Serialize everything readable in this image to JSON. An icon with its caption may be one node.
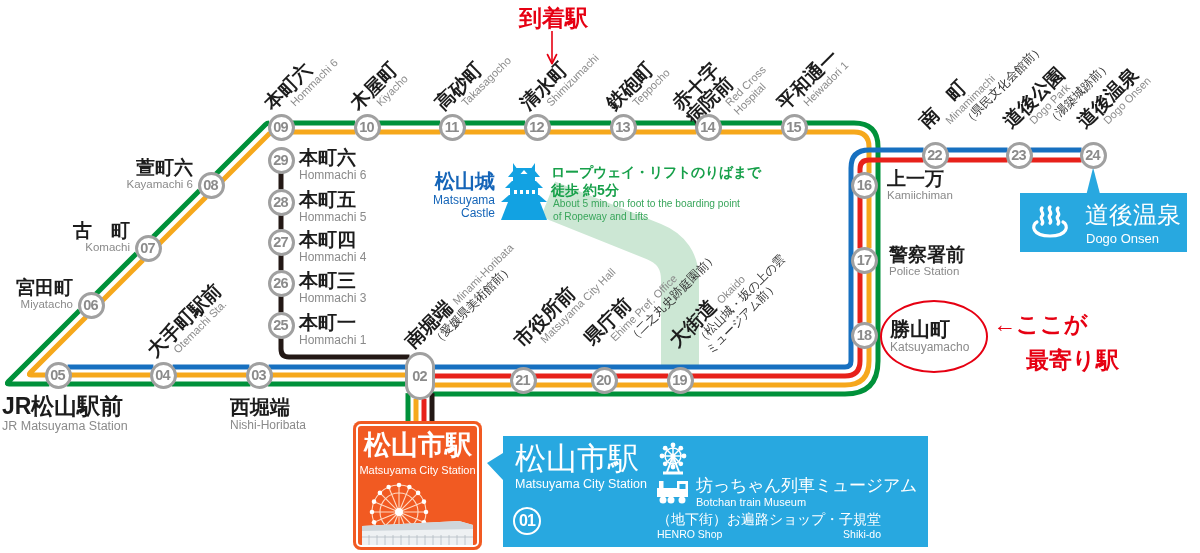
{
  "diagram": {
    "nodes": [
      {
        "text": [
          "到着駅"
        ]
      },
      {
        "text": [
          "09"
        ],
        "beside": [
          "本町六",
          "Hommachi 6"
        ]
      },
      {
        "text": [
          "10"
        ],
        "beside": [
          "木屋町",
          "Kiyacho"
        ]
      },
      {
        "text": [
          "11"
        ],
        "beside": [
          "高砂町",
          "Takasagocho"
        ]
      },
      {
        "text": [
          "12"
        ],
        "beside": [
          "清水町",
          "Shimizumachi"
        ]
      },
      {
        "text": [
          "13"
        ],
        "beside": [
          "鉄砲町",
          "Teppocho"
        ]
      },
      {
        "text": [
          "14"
        ],
        "beside": [
          "赤十字病院前",
          "Red Cross Hospital"
        ]
      },
      {
        "text": [
          "15"
        ],
        "beside": [
          "平和通一",
          "Heiwadori 1"
        ]
      },
      {
        "text": [
          "22"
        ],
        "beside": [
          "南　町",
          "Minamimachi",
          "（県民文化会館前）"
        ]
      },
      {
        "text": [
          "23"
        ],
        "beside": [
          "道後公園",
          "Dogo Park",
          "（湯築城跡前）"
        ]
      },
      {
        "text": [
          "24"
        ],
        "beside": [
          "道後温泉",
          "Dogo Onsen"
        ]
      },
      {
        "text": [
          "08"
        ],
        "beside": [
          "萱町六",
          "Kayamachi 6"
        ]
      },
      {
        "text": [
          "29"
        ],
        "beside": [
          "本町六",
          "Hommachi 6"
        ]
      },
      {
        "text": [
          "松山城",
          "Matsuyama Castle"
        ]
      },
      {
        "text": [
          "16"
        ],
        "beside": [
          "上一万",
          "Kamiichiman"
        ]
      },
      {
        "text": [
          "道後温泉",
          "Dogo Onsen"
        ]
      },
      {
        "text": [
          "07"
        ],
        "beside": [
          "古　町",
          "Komachi"
        ]
      },
      {
        "text": [
          "28"
        ],
        "beside": [
          "本町五",
          "Hommachi 5"
        ]
      },
      {
        "text": [
          "27"
        ],
        "beside": [
          "本町四",
          "Hommachi 4"
        ]
      },
      {
        "text": [
          "17"
        ],
        "beside": [
          "警察署前",
          "Police Station"
        ]
      },
      {
        "text": [
          "06"
        ],
        "beside": [
          "宮田町",
          "Miyatacho"
        ]
      },
      {
        "text": [
          "26"
        ],
        "beside": [
          "本町三",
          "Hommachi 3"
        ]
      },
      {
        "text": [
          "25"
        ],
        "beside": [
          "本町一",
          "Hommachi 1"
        ]
      },
      {
        "text": [
          "18"
        ]
      },
      {
        "text": [
          "勝山町",
          "Katsuyamacho"
        ]
      },
      {
        "text": [
          "04"
        ],
        "beside": [
          "大手町駅前",
          "Otemachi Sta."
        ]
      },
      {
        "text": [
          "02"
        ],
        "beside": [
          "南堀端",
          "Minami-Horibata",
          "（愛媛県美術館前）"
        ]
      },
      {
        "text": [
          "21"
        ],
        "beside": [
          "市役所前",
          "Matsuyama City Hall"
        ]
      },
      {
        "text": [
          "20"
        ],
        "beside": [
          "県庁前",
          "Ehime Pref. Office",
          "（二之丸史跡庭園前）"
        ]
      },
      {
        "text": [
          "19"
        ],
        "beside": [
          "大街道",
          "Okaido",
          "（松山城・坂の上の雲ミュージアム前）"
        ]
      },
      {
        "text": [
          "05"
        ],
        "beside": [
          "JR松山駅前",
          "JR Matsuyama Station"
        ]
      },
      {
        "text": [
          "03"
        ],
        "beside": [
          "西堀端",
          "Nishi-Horibata"
        ]
      },
      {
        "text": [
          "松山市駅",
          "Matsuyama City Station"
        ]
      },
      {
        "text": [
          "松山市駅",
          "Matsuyama City Station",
          "坊っちゃん列車ミュージアム",
          "Botchan train Museum",
          "（地下街）お遍路ショップ・子規堂",
          "HENRO Shop",
          "Shiki-do"
        ]
      },
      {
        "text": [
          "01"
        ],
        "in": 33
      }
    ],
    "edges": [
      {
        "from": 13,
        "to": 29,
        "arrow": "none",
        "style": "thick",
        "color": "#cce7d4"
      },
      {
        "from": 0,
        "to": 4,
        "arrow": "to",
        "color": "#e60012"
      },
      {
        "from": 15,
        "to": 10,
        "arrow": "none",
        "color": "#28a8e0"
      },
      {
        "from": 32,
        "to": 26,
        "arrow": "none",
        "color": "#00913a"
      },
      {
        "from": 26,
        "to": 31,
        "arrow": "none",
        "color": "#00913a"
      },
      {
        "from": 31,
        "to": 25,
        "arrow": "none",
        "color": "#00913a"
      },
      {
        "from": 25,
        "to": 30,
        "arrow": "none",
        "color": "#00913a"
      },
      {
        "from": 30,
        "to": 20,
        "arrow": "none",
        "color": "#00913a"
      },
      {
        "from": 20,
        "to": 16,
        "arrow": "none",
        "color": "#00913a"
      },
      {
        "from": 16,
        "to": 11,
        "arrow": "none",
        "color": "#00913a"
      },
      {
        "from": 11,
        "to": 1,
        "arrow": "none",
        "color": "#00913a"
      },
      {
        "from": 1,
        "to": 2,
        "arrow": "none",
        "color": "#00913a"
      },
      {
        "from": 2,
        "to": 3,
        "arrow": "none",
        "color": "#00913a"
      },
      {
        "from": 3,
        "to": 4,
        "arrow": "none",
        "color": "#00913a"
      },
      {
        "from": 4,
        "to": 5,
        "arrow": "none",
        "color": "#00913a"
      },
      {
        "from": 5,
        "to": 6,
        "arrow": "none",
        "color": "#00913a"
      },
      {
        "from": 6,
        "to": 7,
        "arrow": "none",
        "color": "#00913a"
      },
      {
        "from": 7,
        "to": 14,
        "arrow": "none",
        "color": "#00913a"
      },
      {
        "from": 14,
        "to": 19,
        "arrow": "none",
        "color": "#00913a"
      },
      {
        "from": 19,
        "to": 23,
        "arrow": "none",
        "color": "#00913a"
      },
      {
        "from": 23,
        "to": 29,
        "arrow": "none",
        "color": "#00913a"
      },
      {
        "from": 29,
        "to": 28,
        "arrow": "none",
        "color": "#00913a"
      },
      {
        "from": 28,
        "to": 27,
        "arrow": "none",
        "color": "#00913a"
      },
      {
        "from": 27,
        "to": 26,
        "arrow": "none",
        "color": "#00913a"
      },
      {
        "from": 32,
        "to": 26,
        "arrow": "none",
        "color": "#f6a81c"
      },
      {
        "from": 26,
        "to": 31,
        "arrow": "none",
        "color": "#f6a81c"
      },
      {
        "from": 31,
        "to": 25,
        "arrow": "none",
        "color": "#f6a81c"
      },
      {
        "from": 25,
        "to": 30,
        "arrow": "none",
        "color": "#f6a81c"
      },
      {
        "from": 30,
        "to": 20,
        "arrow": "none",
        "color": "#f6a81c"
      },
      {
        "from": 20,
        "to": 16,
        "arrow": "none",
        "color": "#f6a81c"
      },
      {
        "from": 16,
        "to": 11,
        "arrow": "none",
        "color": "#f6a81c"
      },
      {
        "from": 11,
        "to": 1,
        "arrow": "none",
        "color": "#f6a81c"
      },
      {
        "from": 1,
        "to": 2,
        "arrow": "none",
        "color": "#f6a81c"
      },
      {
        "from": 2,
        "to": 3,
        "arrow": "none",
        "color": "#f6a81c"
      },
      {
        "from": 3,
        "to": 4,
        "arrow": "none",
        "color": "#f6a81c"
      },
      {
        "from": 4,
        "to": 5,
        "arrow": "none",
        "color": "#f6a81c"
      },
      {
        "from": 5,
        "to": 6,
        "arrow": "none",
        "color": "#f6a81c"
      },
      {
        "from": 6,
        "to": 7,
        "arrow": "none",
        "color": "#f6a81c"
      },
      {
        "from": 7,
        "to": 14,
        "arrow": "none",
        "color": "#f6a81c"
      },
      {
        "from": 14,
        "to": 19,
        "arrow": "none",
        "color": "#f6a81c"
      },
      {
        "from": 19,
        "to": 23,
        "arrow": "none",
        "color": "#f6a81c"
      },
      {
        "from": 23,
        "to": 29,
        "arrow": "none",
        "color": "#f6a81c"
      },
      {
        "from": 29,
        "to": 28,
        "arrow": "none",
        "color": "#f6a81c"
      },
      {
        "from": 28,
        "to": 27,
        "arrow": "none",
        "color": "#f6a81c"
      },
      {
        "from": 27,
        "to": 26,
        "arrow": "none",
        "color": "#f6a81c"
      },
      {
        "from": 30,
        "to": 25,
        "arrow": "none",
        "color": "#1770c0"
      },
      {
        "from": 25,
        "to": 31,
        "arrow": "none",
        "color": "#1770c0"
      },
      {
        "from": 31,
        "to": 26,
        "arrow": "none",
        "color": "#1770c0"
      },
      {
        "from": 26,
        "to": 27,
        "arrow": "none",
        "color": "#1770c0"
      },
      {
        "from": 27,
        "to": 28,
        "arrow": "none",
        "color": "#1770c0"
      },
      {
        "from": 28,
        "to": 29,
        "arrow": "none",
        "color": "#1770c0"
      },
      {
        "from": 29,
        "to": 23,
        "arrow": "none",
        "color": "#1770c0"
      },
      {
        "from": 23,
        "to": 19,
        "arrow": "none",
        "color": "#1770c0"
      },
      {
        "from": 19,
        "to": 14,
        "arrow": "none",
        "color": "#1770c0"
      },
      {
        "from": 14,
        "to": 8,
        "arrow": "none",
        "color": "#1770c0"
      },
      {
        "from": 8,
        "to": 9,
        "arrow": "none",
        "color": "#1770c0"
      },
      {
        "from": 9,
        "to": 10,
        "arrow": "none",
        "color": "#1770c0"
      },
      {
        "from": 32,
        "to": 26,
        "arrow": "none",
        "color": "#e7211a"
      },
      {
        "from": 26,
        "to": 27,
        "arrow": "none",
        "color": "#e7211a"
      },
      {
        "from": 27,
        "to": 28,
        "arrow": "none",
        "color": "#e7211a"
      },
      {
        "from": 28,
        "to": 29,
        "arrow": "none",
        "color": "#e7211a"
      },
      {
        "from": 29,
        "to": 23,
        "arrow": "none",
        "color": "#e7211a"
      },
      {
        "from": 23,
        "to": 19,
        "arrow": "none",
        "color": "#e7211a"
      },
      {
        "from": 19,
        "to": 14,
        "arrow": "none",
        "color": "#e7211a"
      },
      {
        "from": 14,
        "to": 8,
        "arrow": "none",
        "color": "#e7211a"
      },
      {
        "from": 8,
        "to": 9,
        "arrow": "none",
        "color": "#e7211a"
      },
      {
        "from": 9,
        "to": 10,
        "arrow": "none",
        "color": "#e7211a"
      },
      {
        "from": 12,
        "to": 17,
        "arrow": "none",
        "color": "#231815"
      },
      {
        "from": 17,
        "to": 18,
        "arrow": "none",
        "color": "#231815"
      },
      {
        "from": 18,
        "to": 21,
        "arrow": "none",
        "color": "#231815"
      },
      {
        "from": 21,
        "to": 22,
        "arrow": "none",
        "color": "#231815"
      },
      {
        "from": 22,
        "to": 26,
        "arrow": "none",
        "color": "#231815"
      },
      {
        "from": 26,
        "to": 32,
        "arrow": "none",
        "color": "#231815"
      }
    ],
    "labels": [
      "ロープウェイ・リフトのりばまで徒歩 約5分",
      "About 5 min. on foot to the boarding point of Ropeway and Lifts",
      "←ここが",
      "最寄り駅"
    ]
  }
}
